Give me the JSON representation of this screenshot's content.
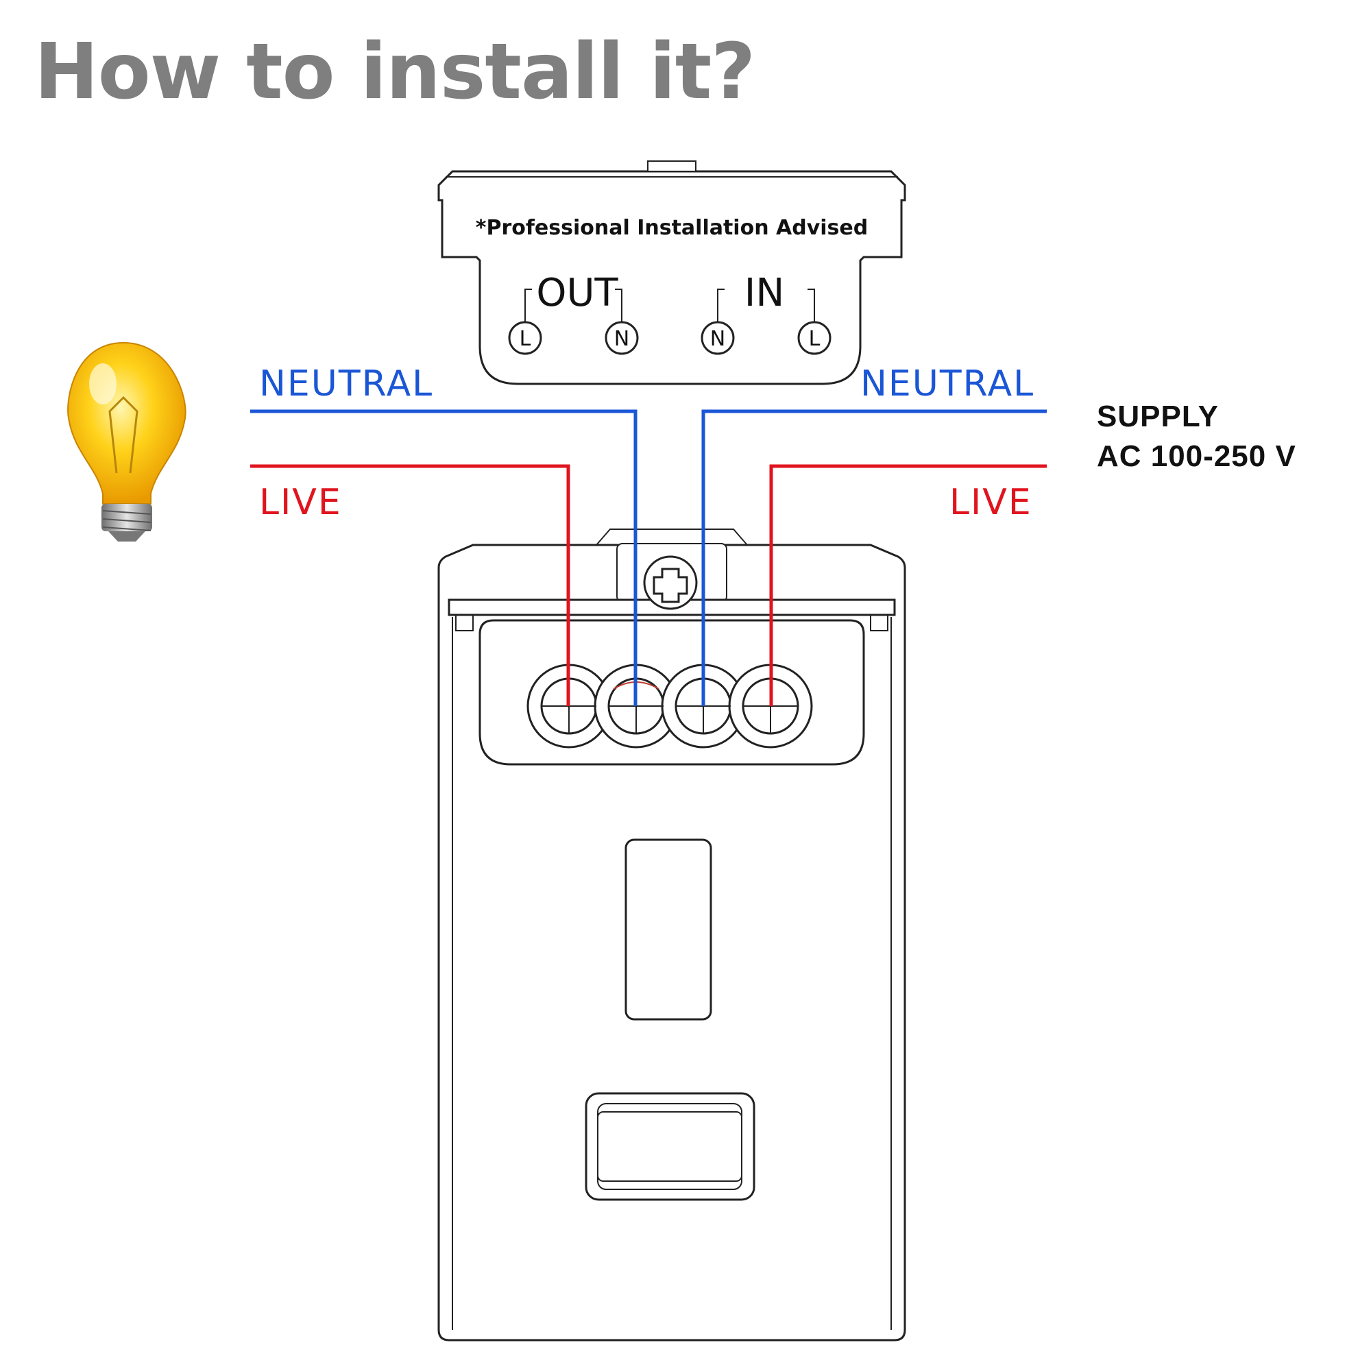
{
  "title": "How to install it?",
  "label_box": {
    "note": "*Professional Installation Advised",
    "out_label": "OUT",
    "in_label": "IN",
    "terminals": [
      "L",
      "N",
      "N",
      "L"
    ]
  },
  "wires": {
    "left_neutral": "NEUTRAL",
    "left_live": "LIVE",
    "right_neutral": "NEUTRAL",
    "right_live": "LIVE",
    "neutral_color": "#1a56d6",
    "live_color": "#e0141e"
  },
  "supply": {
    "line1": "SUPPLY",
    "line2": "AC 100-250 V"
  },
  "icons": [
    "light-bulb-icon",
    "screw-icon"
  ]
}
